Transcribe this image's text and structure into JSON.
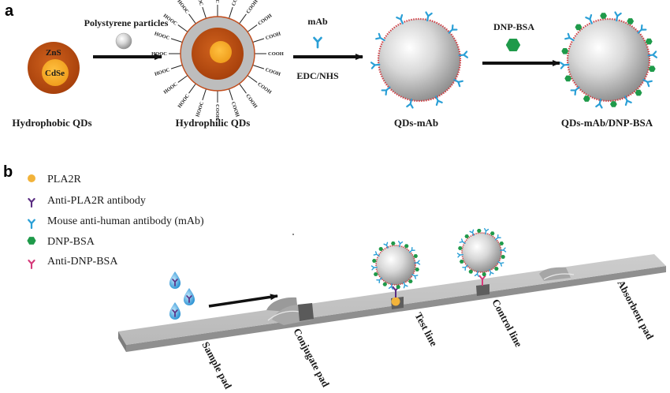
{
  "panel_a": {
    "letter": "a",
    "core_labels": {
      "shell": "ZnS",
      "core": "CdSe"
    },
    "stages": [
      {
        "key": "hydrophobic",
        "label": "Hydrophobic QDs"
      },
      {
        "key": "hydrophilic",
        "label": "Hydrophilic QDs"
      },
      {
        "key": "qds_mab",
        "label": "QDs-mAb"
      },
      {
        "key": "qds_mab_dnp",
        "label": "QDs-mAb/DNP-BSA"
      }
    ],
    "steps": {
      "polystyrene": "Polystyrene particles",
      "mab": "mAb",
      "coupling": "EDC/NHS",
      "dnp": "DNP-BSA"
    },
    "carboxyl": "COOH",
    "carboxyl_flipped": "HOOC",
    "colors": {
      "shell": "#b5460f",
      "core": "#f0a020",
      "sphere": "#c8c8c8",
      "antibody_blue": "#2a9fd6",
      "antibody_purple": "#5a2d82",
      "antibody_pink": "#d63a7a",
      "dnp_green": "#1f9a4a",
      "pla2r_orange": "#f2b33a"
    }
  },
  "panel_b": {
    "letter": "b",
    "legend": [
      {
        "icon": "dot",
        "label": "PLA2R"
      },
      {
        "icon": "purple-antibody",
        "label": "Anti-PLA2R antibody"
      },
      {
        "icon": "blue-antibody",
        "label": "Mouse anti-human antibody (mAb)"
      },
      {
        "icon": "hexagon",
        "label": "DNP-BSA"
      },
      {
        "icon": "pink-antibody",
        "label": "Anti-DNP-BSA"
      }
    ],
    "strip_labels": {
      "sample_pad": "Sample pad",
      "conjugate_pad": "Conjugate pad",
      "test_line": "Test line",
      "control_line": "Control line",
      "absorbent_pad": "Absorbent pad"
    }
  }
}
